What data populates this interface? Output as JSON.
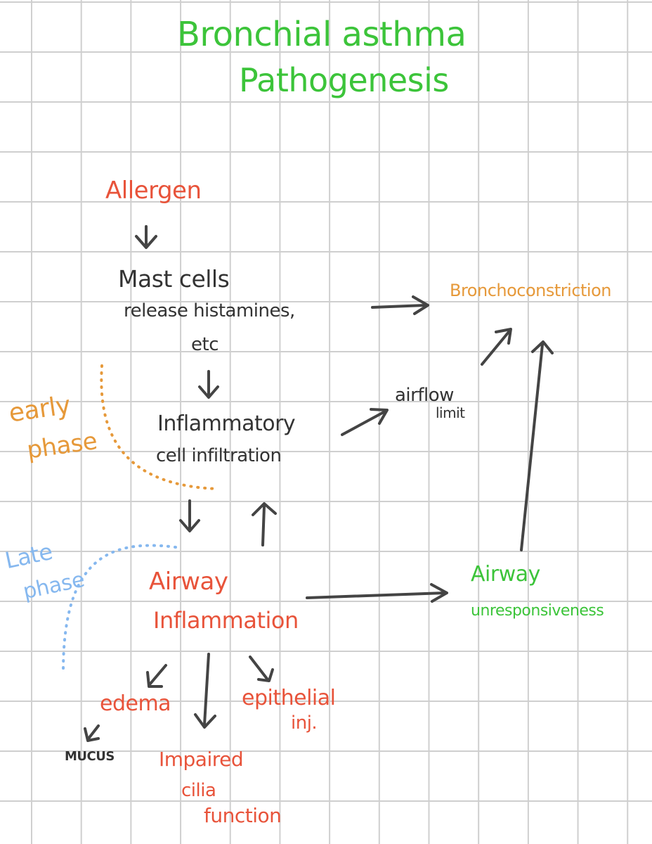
{
  "title": {
    "line1": "Bronchial asthma",
    "line2": "Pathogenesis"
  },
  "nodes": {
    "allergen": "Allergen",
    "mast_cells": {
      "line1": "Mast cells",
      "line2": "release histamines,",
      "line3": "etc"
    },
    "inflammatory": {
      "line1": "Inflammatory",
      "line2": "cell infiltration"
    },
    "bronchoconstriction": "Bronchoconstriction",
    "airflow": {
      "line1": "airflow",
      "line2": "limit"
    },
    "airway_inflammation": {
      "line1": "Airway",
      "line2": "Inflammation"
    },
    "airway_unresponsiveness": {
      "line1": "Airway",
      "line2": "unresponsiveness"
    },
    "edema": "edema",
    "mucus": "MUCUS",
    "impaired": {
      "line1": "Impaired",
      "line2": "cilia",
      "line3": "function"
    },
    "epithelial": {
      "line1": "epithelial",
      "line2": "inj."
    }
  },
  "phases": {
    "early": {
      "line1": "early",
      "line2": "phase"
    },
    "late": {
      "line1": "Late",
      "line2": "phase"
    }
  },
  "colors": {
    "title": "#3cc43a",
    "allergen": "#e8533a",
    "main_text": "#333333",
    "bronchoconstriction": "#e6993a",
    "early_phase": "#e6993a",
    "late_phase": "#86b8ef",
    "airway_unresponsiveness": "#3cc43a",
    "grid": "#cfcfcf"
  }
}
